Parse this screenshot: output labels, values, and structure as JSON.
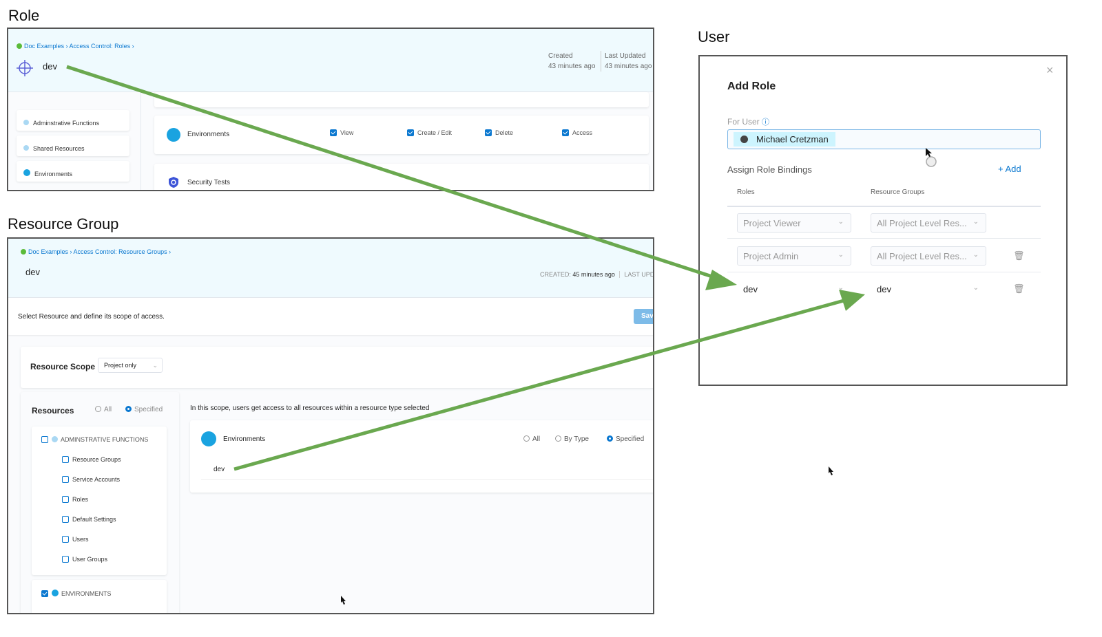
{
  "labels": {
    "role": "Role",
    "resource_group": "Resource Group",
    "user": "User"
  },
  "role_panel": {
    "breadcrumb": [
      "Doc Examples",
      "Access Control: Roles"
    ],
    "name": "dev",
    "created_label": "Created",
    "created_value": "43 minutes ago",
    "updated_label": "Last Updated",
    "updated_value": "43 minutes ago",
    "sidebar": [
      "Adminstrative Functions",
      "Shared Resources",
      "Environments"
    ],
    "environments": {
      "label": "Environments",
      "permissions": [
        "View",
        "Create / Edit",
        "Delete",
        "Access"
      ]
    },
    "security_tests": "Security Tests"
  },
  "rg_panel": {
    "breadcrumb": [
      "Doc Examples",
      "Access Control: Resource Groups"
    ],
    "name": "dev",
    "created_label": "CREATED:",
    "created_value": "45 minutes ago",
    "last_label": "LAST UPD",
    "instruction": "Select Resource and define its scope of access.",
    "save_label": "Sav",
    "scope_label": "Resource Scope",
    "scope_value": "Project only",
    "resources_label": "Resources",
    "res_all": "All",
    "res_specified": "Specified",
    "admin_group": "ADMINSTRATIVE FUNCTIONS",
    "admin_items": [
      "Resource Groups",
      "Service Accounts",
      "Roles",
      "Default Settings",
      "Users",
      "User Groups"
    ],
    "env_group": "ENVIRONMENTS",
    "scope_note": "In this scope, users get access to all resources within a resource type selected",
    "env_card": {
      "label": "Environments",
      "opt_all": "All",
      "opt_type": "By Type",
      "opt_specified": "Specified",
      "item": "dev"
    }
  },
  "user_panel": {
    "title": "Add Role",
    "for_user": "For User",
    "user": "Michael Cretzman",
    "assign": "Assign Role Bindings",
    "add": "+ Add",
    "col_roles": "Roles",
    "col_rg": "Resource Groups",
    "rows": [
      {
        "role": "Project Viewer",
        "rg": "All Project Level Res..."
      },
      {
        "role": "Project Admin",
        "rg": "All Project Level Res..."
      },
      {
        "role": "dev",
        "rg": "dev"
      }
    ]
  },
  "colors": {
    "arrow": "#6aa84f",
    "accent": "#0b78d0",
    "header_bg": "#effafe"
  }
}
